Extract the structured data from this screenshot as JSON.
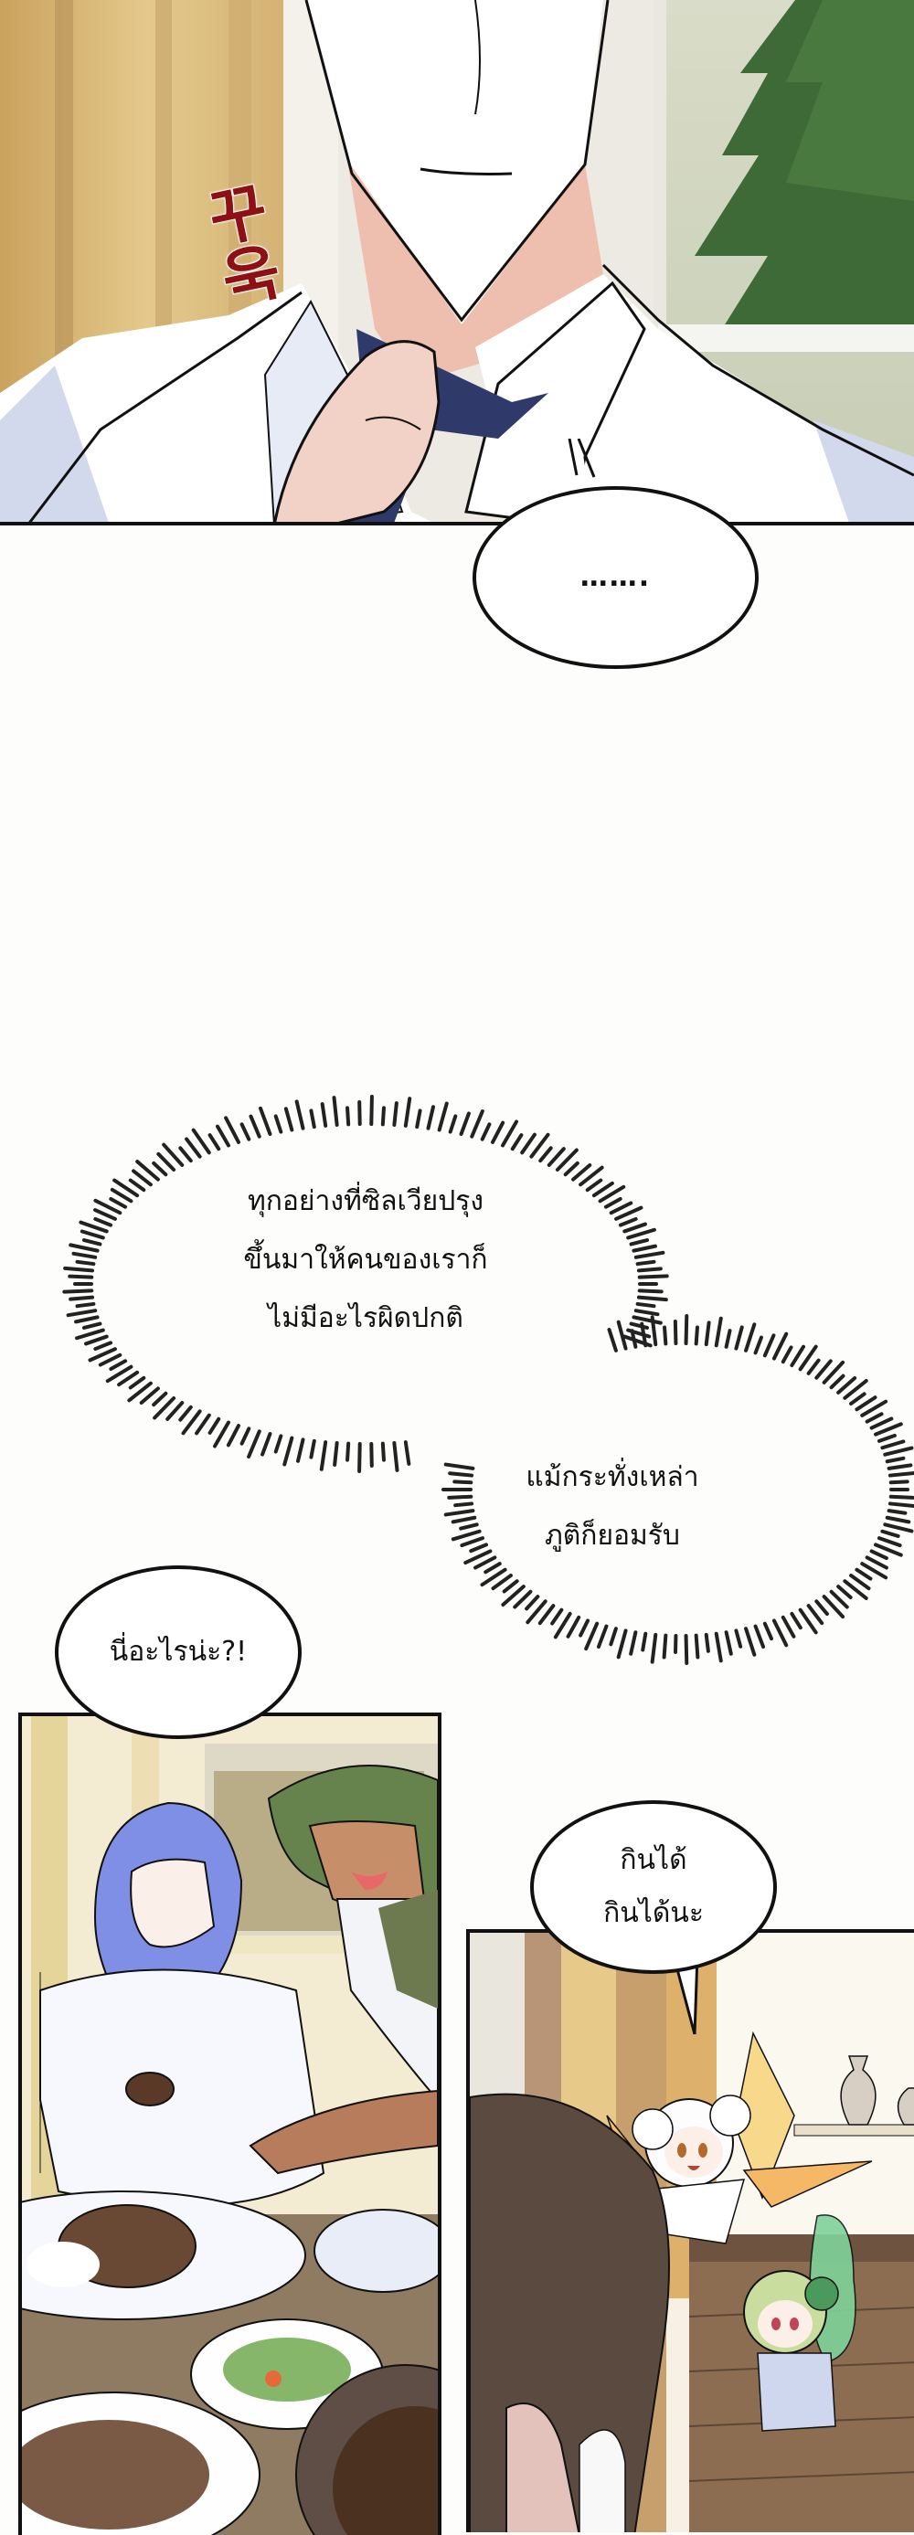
{
  "page": {
    "type": "webtoon-page",
    "background": "#fdfdfb"
  },
  "panels": [
    {
      "id": "panel-1",
      "scene": "man in white shirt loosening navy tie by a window with pine tree",
      "sfx": {
        "text": "꾸욱",
        "color": "#8e1014"
      }
    },
    {
      "id": "panel-2",
      "scene": "blue-haired man being fed meat at dining table, green-haired man leaning in"
    },
    {
      "id": "panel-3",
      "scene": "two small fairies (white and green) flying above a dark-haired person"
    }
  ],
  "bubbles": {
    "ellipsis": {
      "text": "……."
    },
    "thought_1": {
      "text": "ทุกอย่างที่ซิลเวียปรุง\nขึ้นมาให้คนของเราก็\nไม่มีอะไรผิดปกติ"
    },
    "thought_2": {
      "text": "แม้กระทั่งเหล่า\nภูติก็ยอมรับ"
    },
    "what_is_this": {
      "text": "นี่อะไรน่ะ?!"
    },
    "can_eat": {
      "text": "กินได้\nกินได้นะ"
    }
  },
  "colors": {
    "ink": "#111111",
    "sfx_red": "#8e1014",
    "wall_tan": "#d9b878",
    "shirt_blue": "#c9d3ea",
    "tie_navy": "#2f3a6b",
    "skin": "#f0c8b8",
    "tree_green": "#3d6a36"
  }
}
